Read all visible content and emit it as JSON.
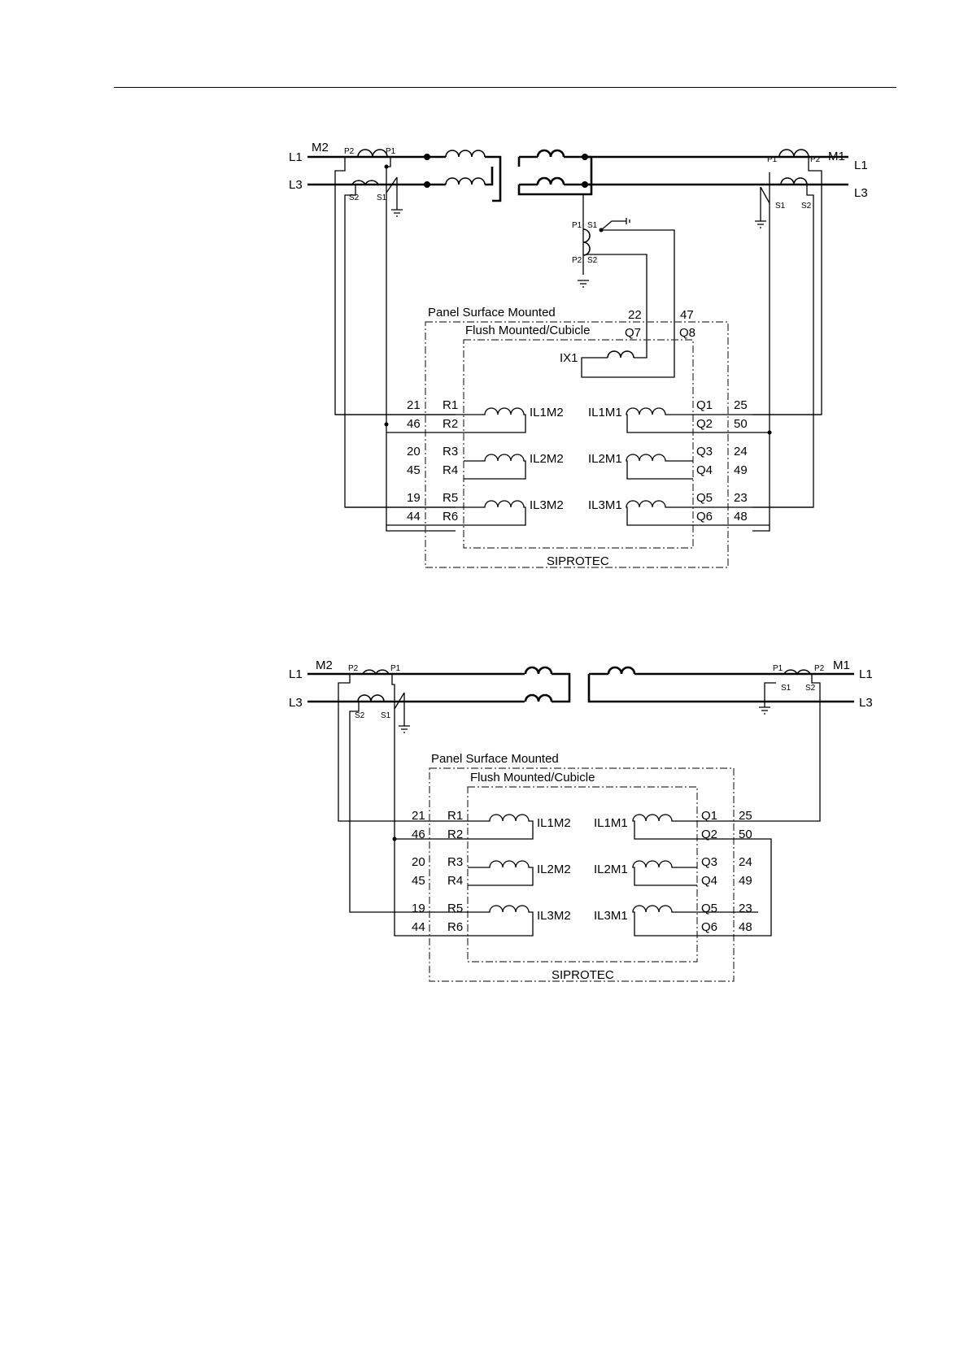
{
  "diagram_top": {
    "phases_left": [
      "L1",
      "L3"
    ],
    "phases_right": [
      "L1",
      "L3"
    ],
    "side_left": "M2",
    "side_right": "M1",
    "ct_labels": {
      "p1": "P1",
      "p2": "P2",
      "s1": "S1",
      "s2": "S2"
    },
    "outer_box": "Panel Surface Mounted",
    "inner_box": "Flush Mounted/Cubicle",
    "device": "SIPROTEC",
    "ix_label": "IX1",
    "ix_pins": {
      "panel_a": "22",
      "panel_b": "47",
      "flush_a": "Q7",
      "flush_b": "Q8"
    },
    "left_rows": [
      {
        "panel_top": "21",
        "panel_bot": "46",
        "flush_top": "R1",
        "flush_bot": "R2",
        "input": "IL1M2"
      },
      {
        "panel_top": "20",
        "panel_bot": "45",
        "flush_top": "R3",
        "flush_bot": "R4",
        "input": "IL2M2"
      },
      {
        "panel_top": "19",
        "panel_bot": "44",
        "flush_top": "R5",
        "flush_bot": "R6",
        "input": "IL3M2"
      }
    ],
    "right_rows": [
      {
        "panel_top": "25",
        "panel_bot": "50",
        "flush_top": "Q1",
        "flush_bot": "Q2",
        "input": "IL1M1"
      },
      {
        "panel_top": "24",
        "panel_bot": "49",
        "flush_top": "Q3",
        "flush_bot": "Q4",
        "input": "IL2M1"
      },
      {
        "panel_top": "23",
        "panel_bot": "48",
        "flush_top": "Q5",
        "flush_bot": "Q6",
        "input": "IL3M1"
      }
    ]
  },
  "diagram_bottom": {
    "phases_left": [
      "L1",
      "L3"
    ],
    "phases_right": [
      "L1",
      "L3"
    ],
    "side_left": "M2",
    "side_right": "M1",
    "ct_labels": {
      "p1": "P1",
      "p2": "P2",
      "s1": "S1",
      "s2": "S2"
    },
    "outer_box": "Panel Surface Mounted",
    "inner_box": "Flush Mounted/Cubicle",
    "device": "SIPROTEC",
    "left_rows": [
      {
        "panel_top": "21",
        "panel_bot": "46",
        "flush_top": "R1",
        "flush_bot": "R2",
        "input": "IL1M2"
      },
      {
        "panel_top": "20",
        "panel_bot": "45",
        "flush_top": "R3",
        "flush_bot": "R4",
        "input": "IL2M2"
      },
      {
        "panel_top": "19",
        "panel_bot": "44",
        "flush_top": "R5",
        "flush_bot": "R6",
        "input": "IL3M2"
      }
    ],
    "right_rows": [
      {
        "panel_top": "25",
        "panel_bot": "50",
        "flush_top": "Q1",
        "flush_bot": "Q2",
        "input": "IL1M1"
      },
      {
        "panel_top": "24",
        "panel_bot": "49",
        "flush_top": "Q3",
        "flush_bot": "Q4",
        "input": "IL2M1"
      },
      {
        "panel_top": "23",
        "panel_bot": "48",
        "flush_top": "Q5",
        "flush_bot": "Q6",
        "input": "IL3M1"
      }
    ]
  }
}
